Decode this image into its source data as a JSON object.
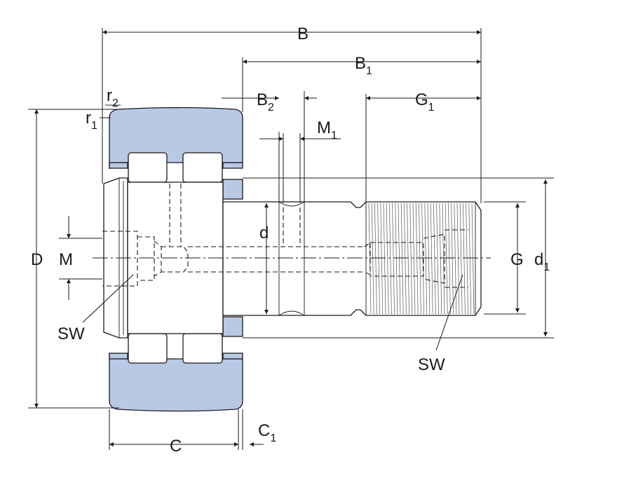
{
  "diagram": {
    "colors": {
      "outer_ring": "#b8c9e6",
      "line": "#1a1a1a",
      "background": "#ffffff"
    },
    "labels": {
      "B": {
        "main": "B",
        "sub": ""
      },
      "B1": {
        "main": "B",
        "sub": "1"
      },
      "B2": {
        "main": "B",
        "sub": "2"
      },
      "G1": {
        "main": "G",
        "sub": "1"
      },
      "M1": {
        "main": "M",
        "sub": "1"
      },
      "r2": {
        "main": "r",
        "sub": "2"
      },
      "r1": {
        "main": "r",
        "sub": "1"
      },
      "D": {
        "main": "D",
        "sub": ""
      },
      "M": {
        "main": "M",
        "sub": ""
      },
      "d": {
        "main": "d",
        "sub": ""
      },
      "G": {
        "main": "G",
        "sub": ""
      },
      "d1": {
        "main": "d",
        "sub": "1"
      },
      "SW_left": {
        "main": "SW",
        "sub": ""
      },
      "SW_right": {
        "main": "SW",
        "sub": ""
      },
      "C": {
        "main": "C",
        "sub": ""
      },
      "C1": {
        "main": "C",
        "sub": "1"
      }
    }
  }
}
